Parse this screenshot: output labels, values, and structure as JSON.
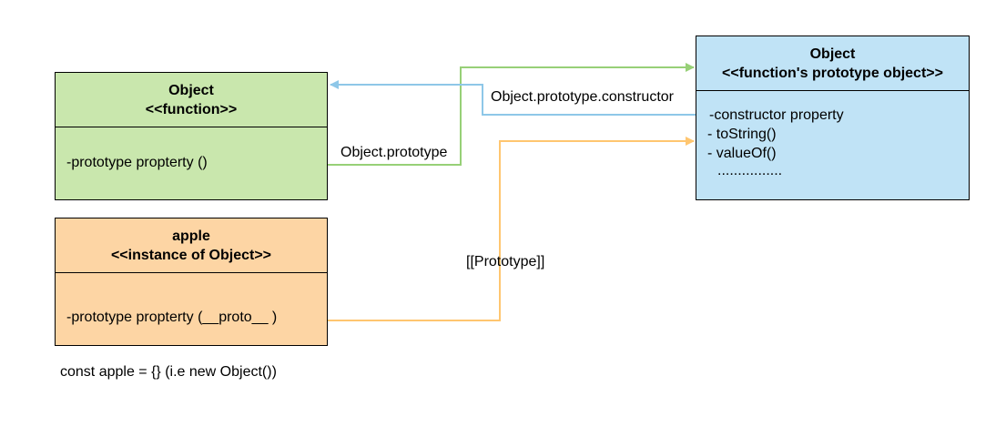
{
  "boxes": {
    "function_box": {
      "title": "Object",
      "stereotype": "<<function>>",
      "members": [
        "-prototype propterty ()"
      ],
      "color": "#c9e7ad"
    },
    "instance_box": {
      "title": "apple",
      "stereotype": "<<instance of Object>>",
      "members": [
        "-prototype propterty (__proto__ )"
      ],
      "color": "#fdd5a4"
    },
    "prototype_box": {
      "title": "Object",
      "stereotype": "<<function's prototype object>>",
      "members": [
        "-constructor property",
        "- toString()",
        "- valueOf()",
        "................"
      ],
      "color": "#c0e3f6"
    }
  },
  "connectors": {
    "prototype_link": {
      "label": "Object.prototype",
      "color": "#97d077"
    },
    "constructor_link": {
      "label": "Object.prototype.constructor",
      "color": "#8ec7e8"
    },
    "proto_link": {
      "label": "[[Prototype]]",
      "color": "#ffc670"
    }
  },
  "caption": "const apple = {} (i.e new Object())"
}
